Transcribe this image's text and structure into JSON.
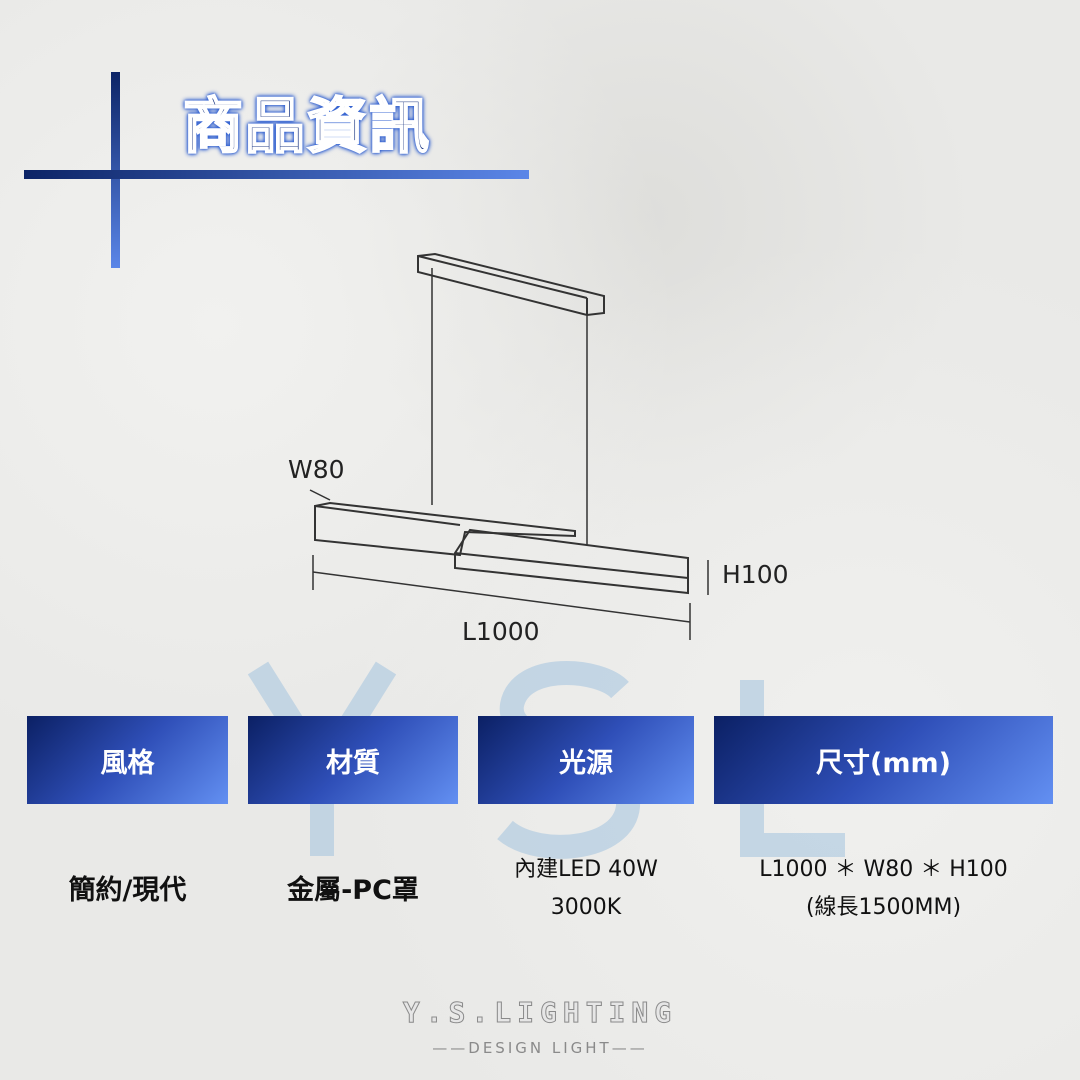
{
  "title": "商品資訊",
  "watermark": {
    "letters": [
      "Y",
      "S",
      "L"
    ]
  },
  "diagram": {
    "width_label": "W80",
    "height_label": "H100",
    "length_label": "L1000"
  },
  "specs": [
    {
      "header": "風格",
      "value": "簡約/現代"
    },
    {
      "header": "材質",
      "value": "金屬-PC罩"
    },
    {
      "header": "光源",
      "value_lines": [
        "內建LED 40W",
        "3000K"
      ]
    },
    {
      "header": "尺寸(mm)",
      "value_lines": [
        "L1000 ＊ W80 ＊ H100",
        "(線長1500MM)"
      ]
    }
  ],
  "logo": {
    "name": "Y.S.LIGHTING",
    "tagline": "——DESIGN LIGHT——"
  },
  "colors": {
    "accent_dark": "#0b2064",
    "accent_light": "#6390f2"
  }
}
